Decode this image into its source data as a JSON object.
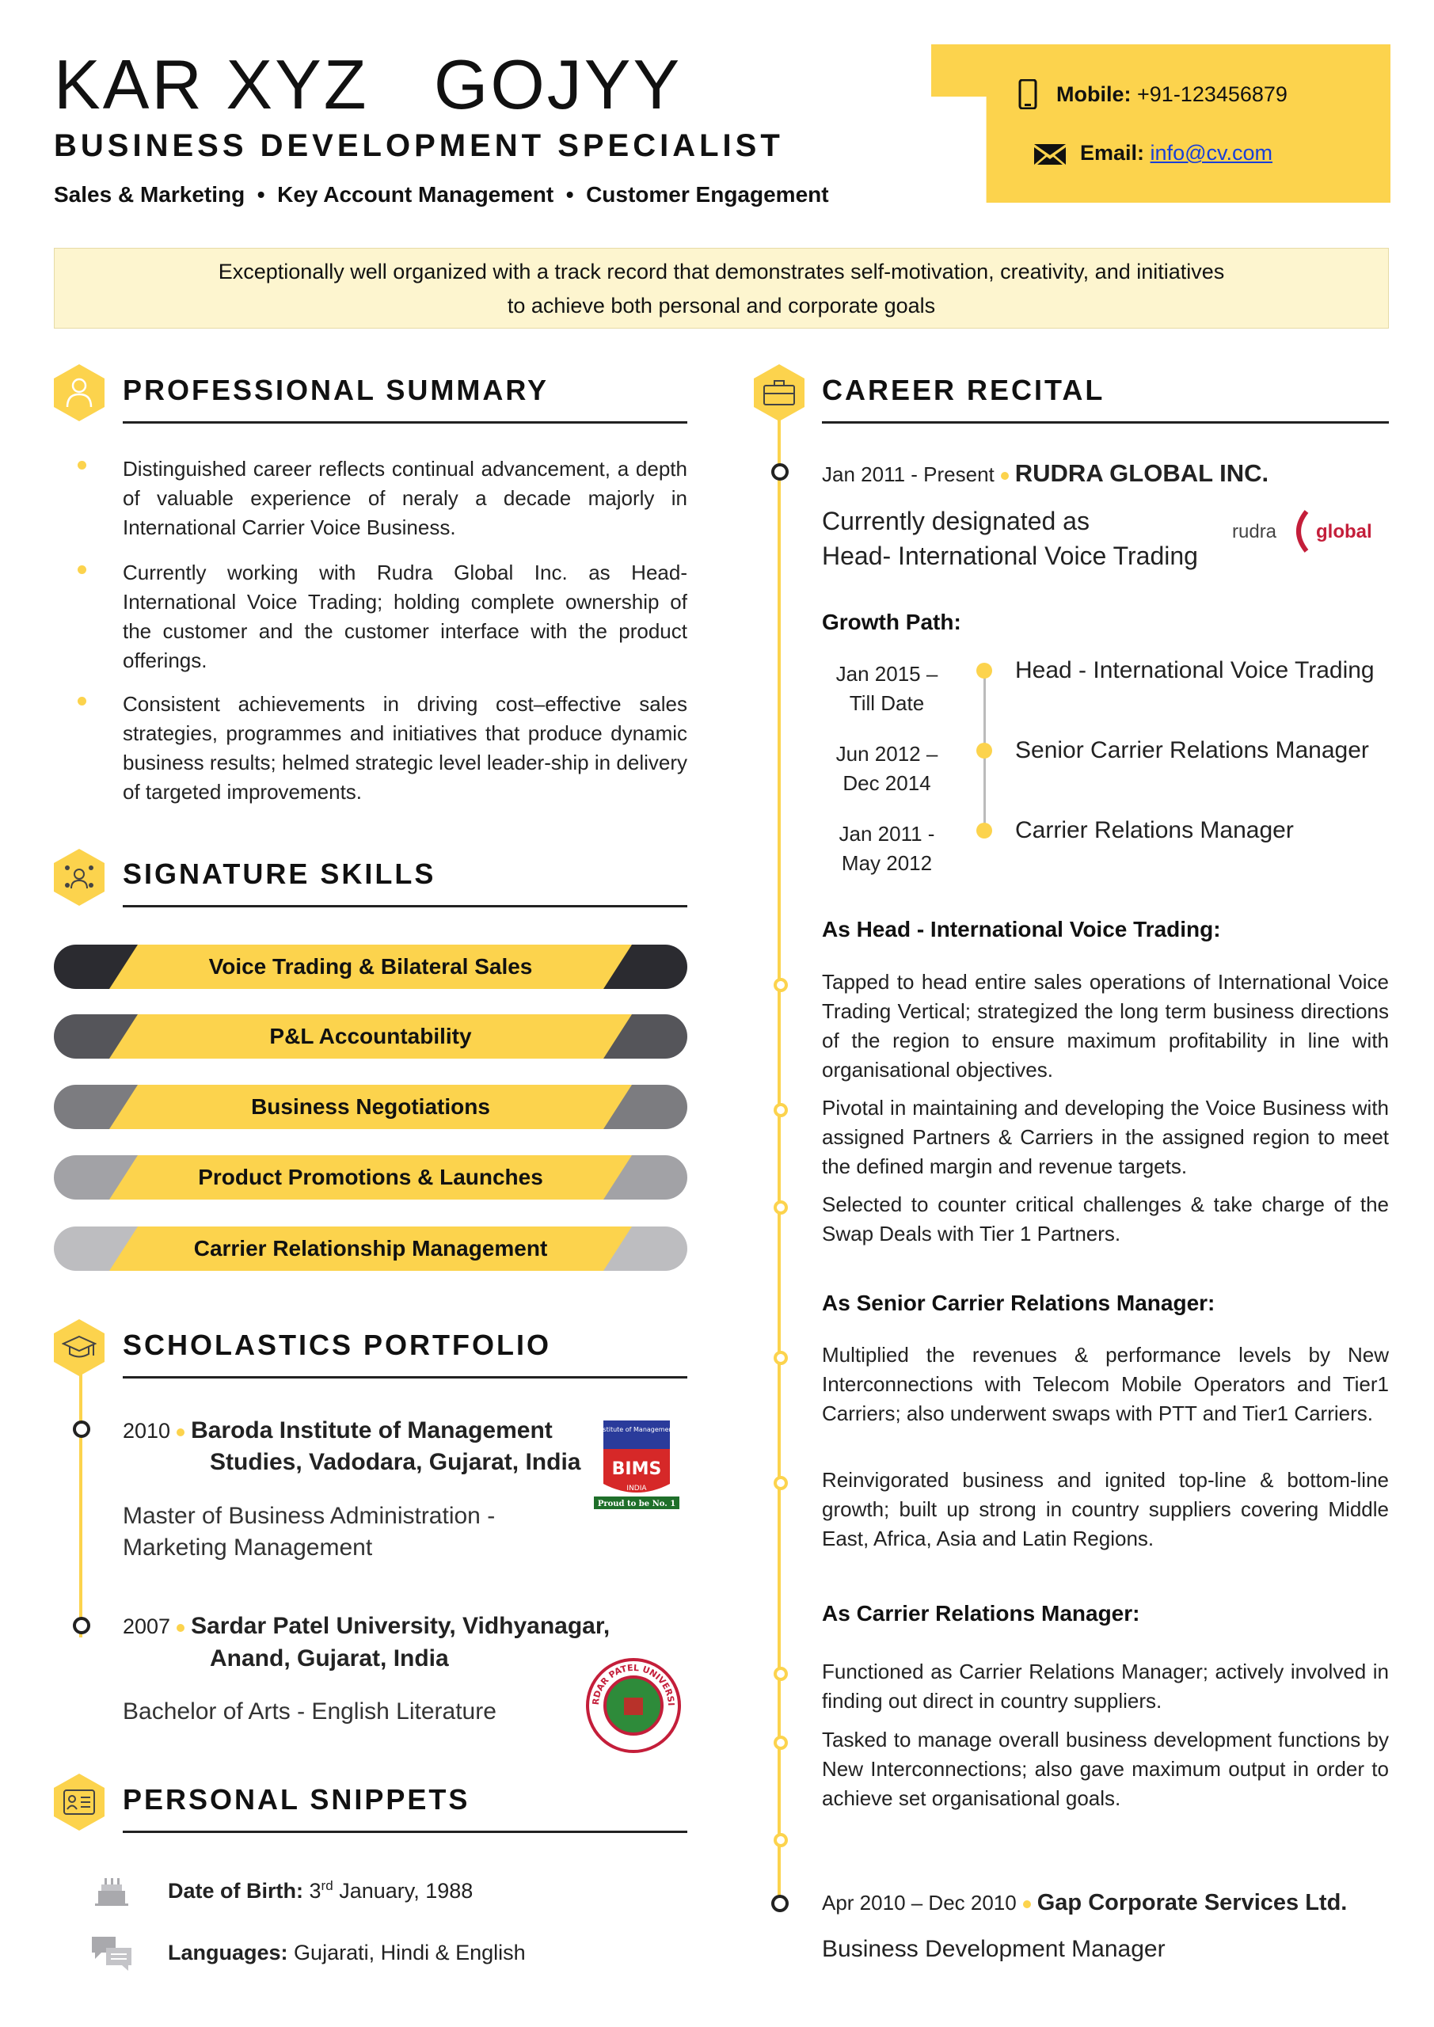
{
  "header": {
    "name": "KAR XYZ   GOJYY",
    "role": "BUSINESS DEVELOPMENT SPECIALIST",
    "tags": "Sales & Marketing  •  Key Account Management  •  Customer Engagement",
    "mobile_label": "Mobile:",
    "mobile_value": "+91-123456879",
    "email_label": "Email:",
    "email_value": "info@cv.com",
    "tagline_1": "Exceptionally well organized with a track record that demonstrates self-motivation, creativity, and initiatives",
    "tagline_2": "to achieve both personal and corporate goals"
  },
  "professional_summary": {
    "title": "PROFESSIONAL SUMMARY",
    "items": [
      "Distinguished career reflects continual advancement, a depth of valuable experience of neraly a decade majorly in International Carrier Voice Business.",
      "Currently working with Rudra Global Inc. as Head-International Voice Trading; holding complete ownership of the customer and the customer interface with the product offerings.",
      "Consistent achievements in driving cost–effective sales strategies, programmes and initiatives that produce dynamic business results; helmed strategic level leader-ship in delivery of targeted improvements."
    ]
  },
  "signature_skills": {
    "title": "SIGNATURE SKILLS",
    "items": [
      "Voice Trading & Bilateral Sales",
      "P&L Accountability",
      "Business Negotiations",
      "Product Promotions & Launches",
      "Carrier Relationship Management"
    ],
    "cap_colors": [
      "#2b2b30",
      "#55555a",
      "#7c7c80",
      "#a2a2a6",
      "#bdbdc0"
    ]
  },
  "scholastics": {
    "title": "SCHOLASTICS PORTFOLIO",
    "entries": [
      {
        "year": "2010",
        "inst_1": "Baroda Institute of Management",
        "inst_2": "Studies, Vadodara, Gujarat, India",
        "degree_1": "Master of Business Administration -",
        "degree_2": "Marketing Management",
        "logo_top": "Baroda Institute of Management Studies",
        "logo_mid": "BIMS",
        "logo_sub": "INDIA",
        "logo_bottom": "Proud to be No. 1"
      },
      {
        "year": "2007",
        "inst_1": "Sardar Patel University, Vidhyanagar,",
        "inst_2": "Anand, Gujarat, India",
        "degree_1": "Bachelor of Arts - English Literature",
        "logo_top": "SARDAR PATEL UNIVERSITY"
      }
    ]
  },
  "personal": {
    "title": "PERSONAL SNIPPETS",
    "dob_label": "Date of Birth:",
    "dob_day": "3",
    "dob_sup": "rd",
    "dob_rest": "January, 1988",
    "lang_label": "Languages:",
    "lang_value": "Gujarati, Hindi & English"
  },
  "career": {
    "title": "CAREER RECITAL",
    "job1_period": "Jan 2011 - Present",
    "job1_company": "RUDRA GLOBAL INC.",
    "job1_desig_1": "Currently designated as",
    "job1_desig_2": "Head- International Voice Trading",
    "logo_left": "rudra",
    "logo_right": "global",
    "growth_title": "Growth Path:",
    "growth": [
      {
        "d1": "Jan 2015 –",
        "d2": "Till Date",
        "role": "Head - International Voice Trading"
      },
      {
        "d1": "Jun 2012 –",
        "d2": "Dec 2014",
        "role": "Senior Carrier Relations Manager"
      },
      {
        "d1": "Jan 2011 -",
        "d2": "May 2012",
        "role": "Carrier Relations Manager"
      }
    ],
    "head_title": "As Head - International Voice Trading:",
    "head_items": [
      "Tapped to head entire sales operations of International Voice Trading Vertical; strategized the long term business directions of the region to ensure maximum profitability in line with organisational objectives.",
      "Pivotal in maintaining and developing the Voice Business with assigned Partners & Carriers in the assigned region to meet the defined margin and revenue targets.",
      "Selected to counter critical challenges & take charge of the Swap Deals with Tier 1 Partners."
    ],
    "senior_title": "As Senior Carrier Relations Manager:",
    "senior_items": [
      "Multiplied the revenues & performance levels by New Interconnections with Telecom Mobile Operators and Tier1 Carriers; also underwent swaps with PTT and Tier1 Carriers.",
      "Reinvigorated business and ignited top-line & bottom-line growth; built up strong in country suppliers covering Middle East, Africa, Asia and Latin Regions."
    ],
    "crm_title": "As Carrier Relations Manager:",
    "crm_items": [
      "Functioned as Carrier Relations Manager; actively involved in finding out direct in country suppliers.",
      "Tasked to manage overall business development functions by New Interconnections; also gave maximum output in order to achieve set organisational goals."
    ],
    "job2_period": "Apr 2010 – Dec 2010",
    "job2_company": "Gap Corporate Services Ltd.",
    "job2_role": "Business Development Manager"
  },
  "colors": {
    "accent": "#fcd34d",
    "dark": "#222222",
    "tagline_bg": "#fdf5cf",
    "email_link": "#1a3fd6"
  }
}
